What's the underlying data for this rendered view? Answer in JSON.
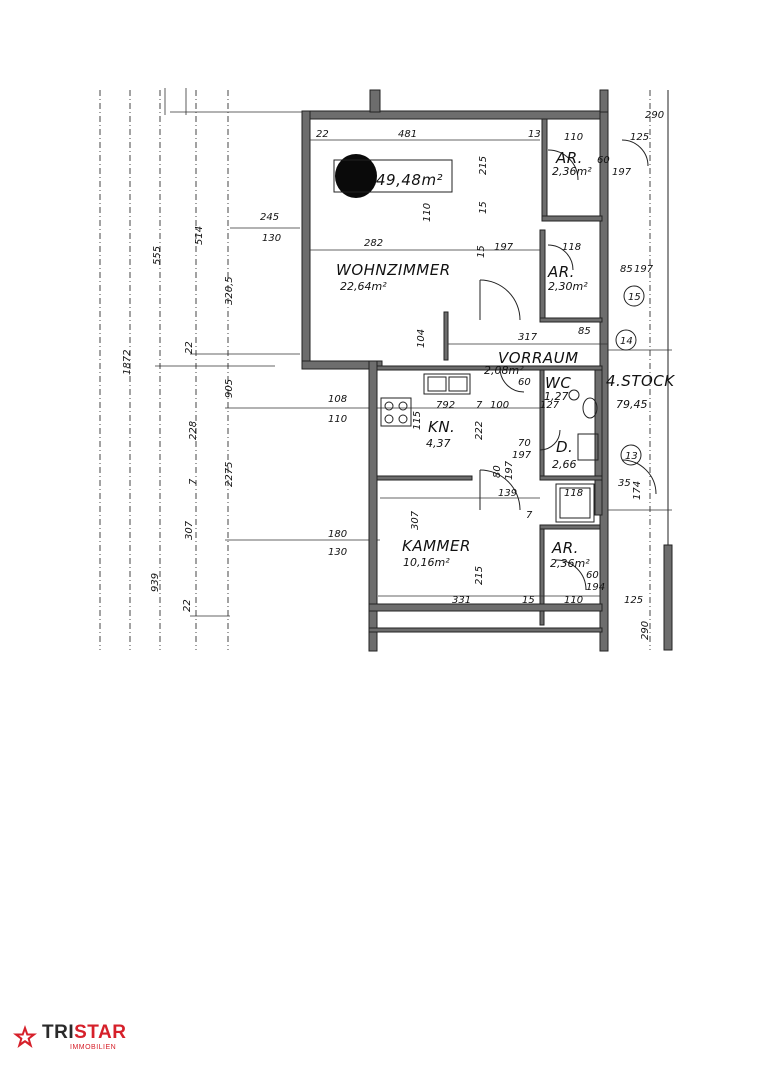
{
  "rooms": {
    "wohnzimmer": {
      "name": "WOHNZIMMER",
      "area": "22,64m²"
    },
    "vorraum": {
      "name": "VORRAUM",
      "area": "2,08m²"
    },
    "kueche": {
      "name": "KN.",
      "area": "4,37"
    },
    "kammer": {
      "name": "KAMMER",
      "area": "10,16m²"
    },
    "wc": {
      "name": "WC",
      "area": "1,27"
    },
    "dusche": {
      "name": "D.",
      "area": "2,66"
    },
    "ar1": {
      "name": "AR.",
      "area": "2,36m²"
    },
    "ar2": {
      "name": "AR.",
      "area": "2,30m²"
    },
    "ar3": {
      "name": "AR.",
      "area": "2,36m²"
    }
  },
  "total_area": "49,48m²",
  "floor": {
    "label": "4.STOCK",
    "level": "79,45"
  },
  "markers": [
    "15",
    "14",
    "13"
  ],
  "dimensions": {
    "top": [
      "22",
      "481",
      "13",
      "110",
      "60",
      "197",
      "125",
      "290"
    ],
    "left": [
      "245",
      "130",
      "514",
      "555",
      "320,5",
      "1872",
      "22",
      "905",
      "228",
      "7",
      "2275",
      "307",
      "939",
      "22"
    ],
    "inner": [
      "215",
      "110",
      "15",
      "282",
      "15",
      "197",
      "118",
      "85",
      "197",
      "104",
      "317",
      "85",
      "108",
      "110",
      "792",
      "7",
      "100",
      "127",
      "115",
      "222",
      "70",
      "197",
      "180",
      "130",
      "307",
      "80",
      "197",
      "139",
      "118",
      "35",
      "174",
      "215",
      "331",
      "15",
      "110",
      "125",
      "60",
      "194",
      "290",
      "7",
      "60"
    ]
  },
  "logo": {
    "brand_a": "TRI",
    "brand_b": "STAR",
    "sub": "IMMOBILIEN"
  }
}
